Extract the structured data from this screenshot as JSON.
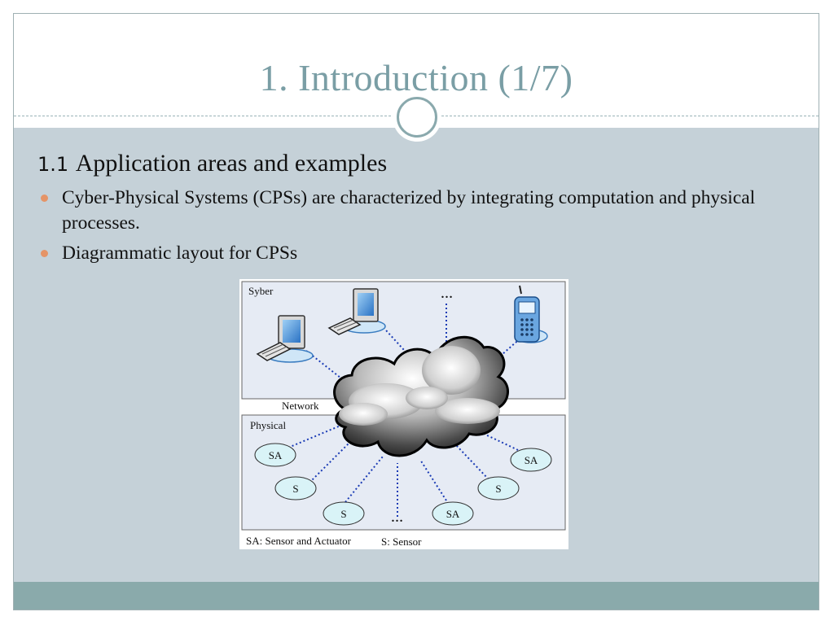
{
  "slide": {
    "title": "1. Introduction (1/7)",
    "section_number": "1.1",
    "section_title": "Application areas and examples",
    "bullets": [
      "Cyber-Physical Systems (CPSs) are characterized by integrating computation and physical processes.",
      "Diagrammatic layout for CPSs"
    ]
  },
  "diagram": {
    "cyber_label": "Syber",
    "network_label": "Network",
    "physical_label": "Physical",
    "ellipsis": "…",
    "nodes": [
      "SA",
      "S",
      "S",
      "SA",
      "S",
      "SA"
    ],
    "legend_sa": "SA: Sensor and Actuator",
    "legend_s": "S: Sensor"
  },
  "colors": {
    "title": "#7a9ea5",
    "content_bg": "#c5d1d8",
    "footer": "#8aaaab",
    "bullet": "#e59467",
    "node_fill": "#d9f3f7",
    "panel_fill": "#e6ebf4",
    "link": "#1a3bb5"
  }
}
